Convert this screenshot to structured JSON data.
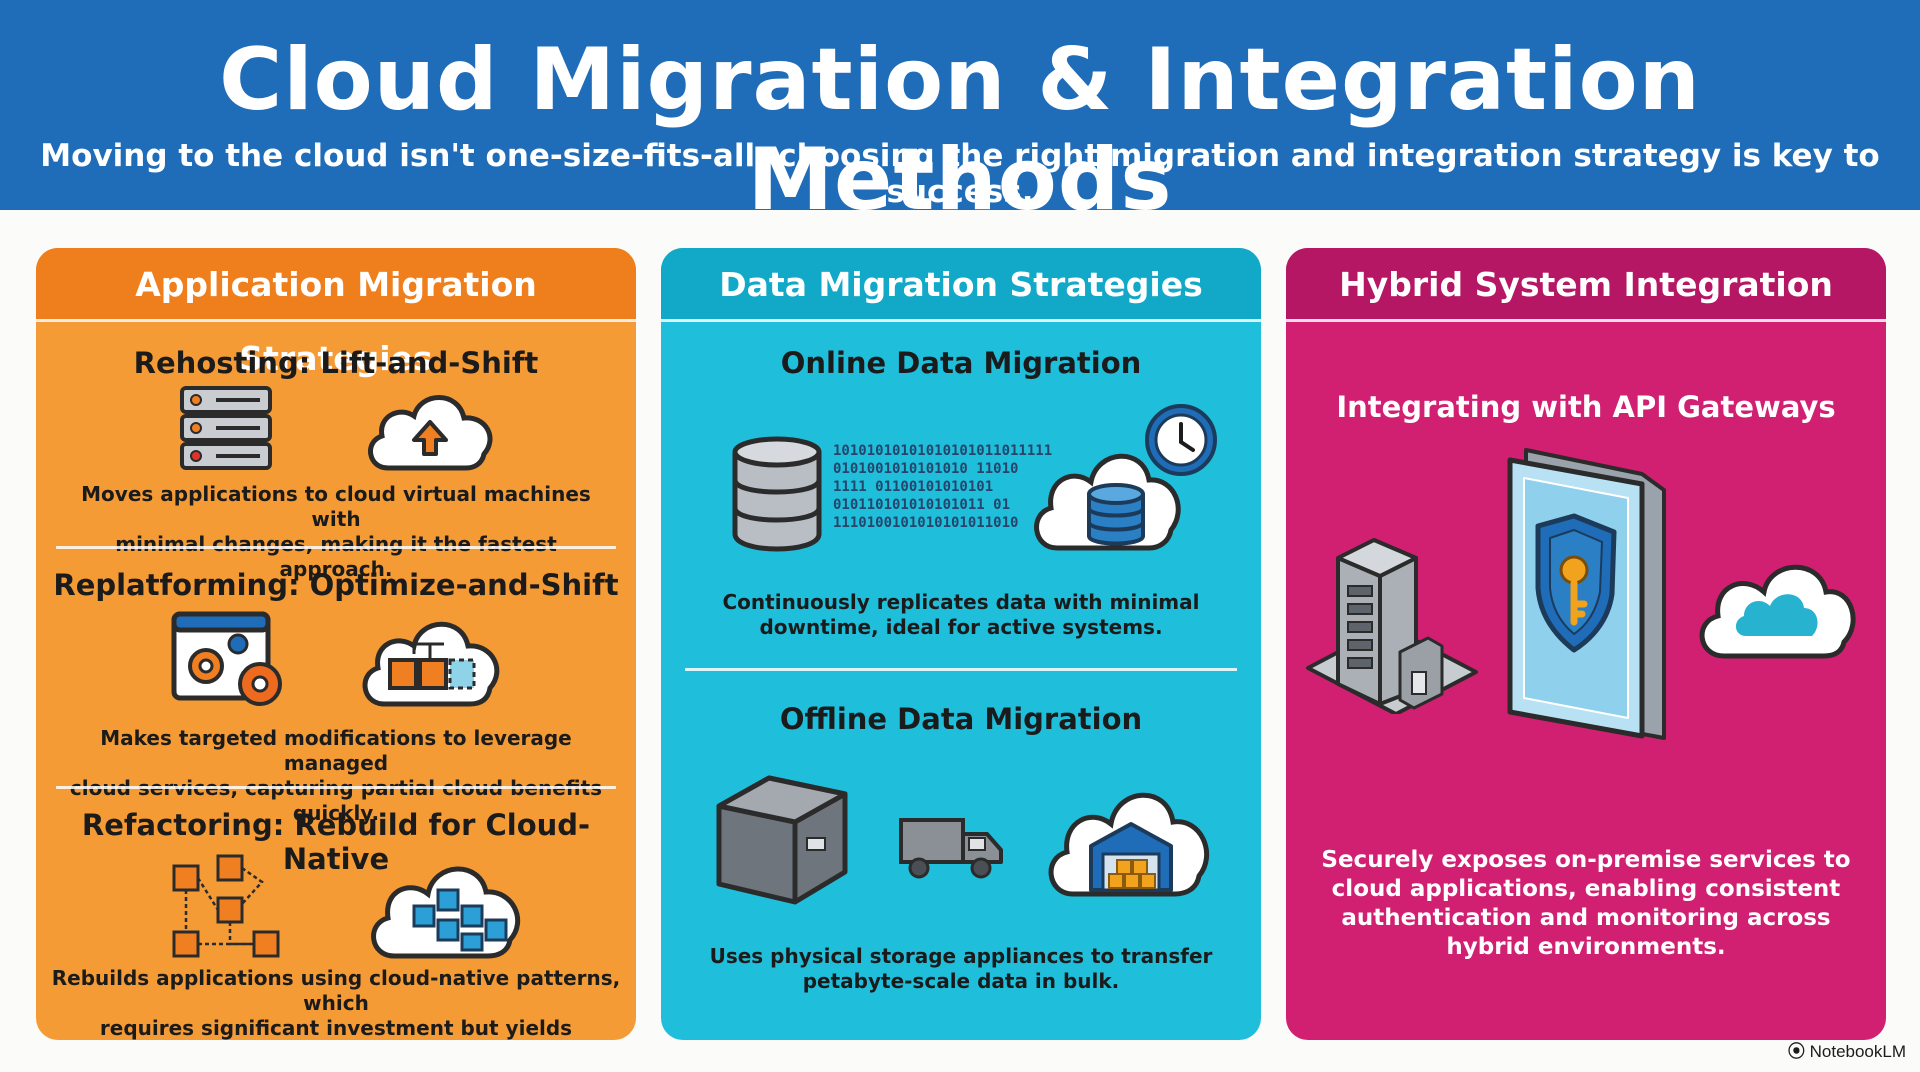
{
  "header": {
    "title": "Cloud Migration & Integration Methods",
    "subtitle": "Moving to the cloud isn't one-size-fits-all; choosing the right migration and integration strategy is key to success."
  },
  "panels": [
    {
      "heading": "Application Migration Strategies",
      "color": "#f59b35",
      "sections": [
        {
          "title": "Rehosting: Lift-and-Shift",
          "text_lines": [
            "Moves applications to cloud virtual machines with",
            "minimal changes, making it the fastest approach."
          ],
          "icons": [
            "server-rack-icon",
            "cloud-upload-icon"
          ]
        },
        {
          "title": "Replatforming: Optimize-and-Shift",
          "text_lines": [
            "Makes targeted modifications to leverage managed",
            "cloud services, capturing partial cloud benefits quickly."
          ],
          "icons": [
            "app-gears-icon",
            "cloud-puzzle-icon"
          ]
        },
        {
          "title": "Refactoring: Rebuild for Cloud-Native",
          "text_lines": [
            "Rebuilds applications using cloud-native patterns, which",
            "requires significant investment but yields maximum benefits."
          ],
          "icons": [
            "microservice-cubes-icon",
            "cloud-cubes-icon"
          ]
        }
      ]
    },
    {
      "heading": "Data Migration Strategies",
      "color": "#1fbedb",
      "sections": [
        {
          "title": "Online Data Migration",
          "text_lines": [
            "Continuously replicates data with minimal",
            "downtime, ideal for active systems."
          ],
          "icons": [
            "database-icon",
            "binary-stream-icon",
            "cloud-database-icon",
            "clock-icon"
          ],
          "binary_lines": [
            "10101010101010101011011111",
            "0101001010101010    11010",
            "1111 01100101010101",
            "010110101010101011    01",
            "1110100101010101011010"
          ]
        },
        {
          "title": "Offline Data Migration",
          "text_lines": [
            "Uses physical storage appliances to transfer",
            "petabyte-scale data in bulk."
          ],
          "icons": [
            "storage-appliance-icon",
            "truck-icon",
            "cloud-warehouse-icon"
          ]
        }
      ]
    },
    {
      "heading": "Hybrid System Integration",
      "color": "#d11f72",
      "sections": [
        {
          "title": "Integrating with API Gateways",
          "text_lines": [
            "Securely exposes on-premise services to",
            "cloud applications, enabling consistent",
            "authentication and monitoring across",
            "hybrid environments."
          ],
          "icons": [
            "on-premise-building-icon",
            "shield-key-gateway-icon",
            "cloud-icon"
          ]
        }
      ]
    }
  ],
  "footer": {
    "brand": "NotebookLM"
  }
}
